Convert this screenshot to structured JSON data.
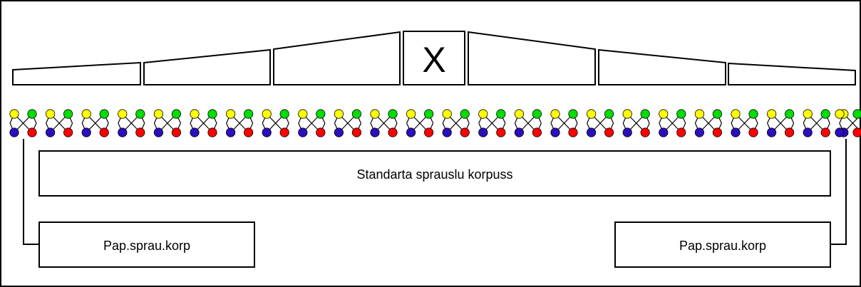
{
  "center_section": {
    "label": "X"
  },
  "boom": {
    "left_sections": 3,
    "right_sections": 3
  },
  "nozzle_body": {
    "count": 24,
    "colors": {
      "top_left": "#ffff00",
      "top_right": "#00dd00",
      "bottom_left": "#2a0fbf",
      "bottom_right": "#ff0000"
    }
  },
  "labels": {
    "standard": "Standarta sprauslu korpuss",
    "left_extra": "Pap.sprau.korp",
    "right_extra": "Pap.sprau.korp"
  }
}
